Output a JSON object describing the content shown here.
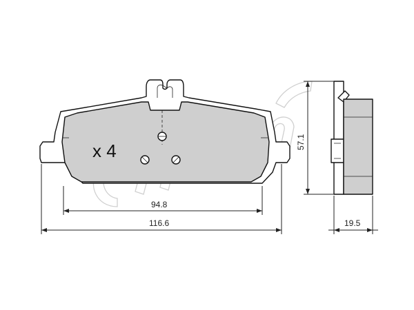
{
  "drawing": {
    "quantity_label": "x 4",
    "dimensions": {
      "inner_width": "94.8",
      "overall_width": "116.6",
      "height": "57.1",
      "thickness": "19.5"
    }
  },
  "watermark": {
    "brand": "cifam"
  }
}
